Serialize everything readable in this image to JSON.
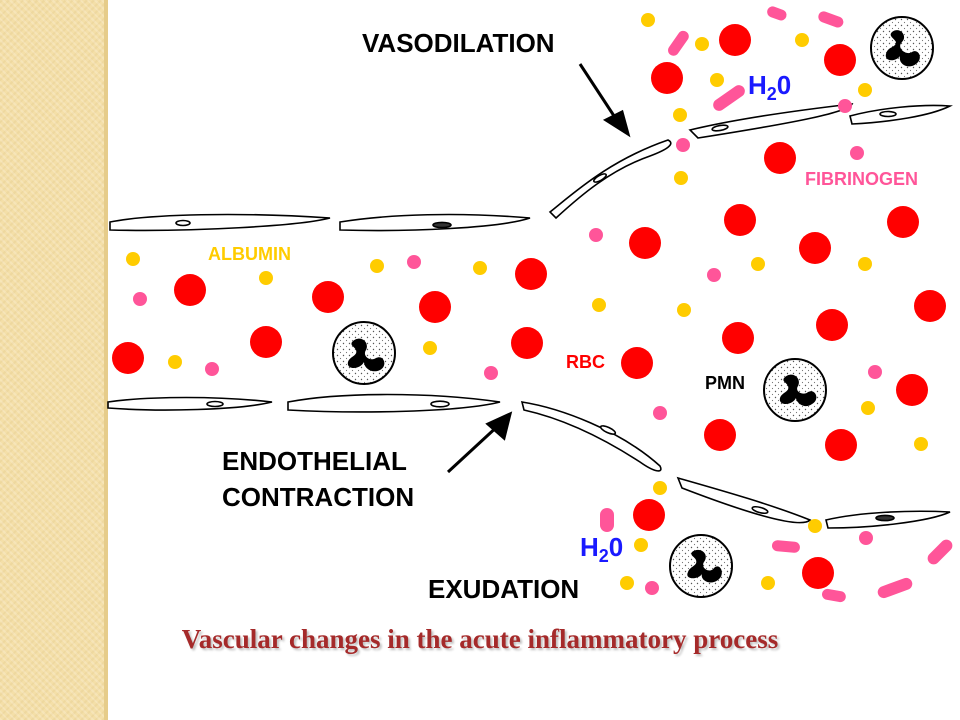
{
  "labels": {
    "vasodilation": "VASODILATION",
    "h2o_top_main": "H",
    "h2o_top_sub": "2",
    "h2o_top_tail": "0",
    "fibrinogen": "FIBRINOGEN",
    "albumin": "ALBUMIN",
    "rbc": "RBC",
    "pmn": "PMN",
    "endothelial_line1": "ENDOTHELIAL",
    "endothelial_line2": "CONTRACTION",
    "h2o_bottom_main": "H",
    "h2o_bottom_sub": "2",
    "h2o_bottom_tail": "0",
    "exudation": "EXUDATION"
  },
  "caption": "Vascular changes in the acute inflammatory process",
  "colors": {
    "rbc": "#ff0000",
    "albumin": "#ffcc00",
    "fibrinogen": "#ff5599",
    "water": "#1a1aff",
    "caption": "#a52a2a",
    "band": "#f4dfa8"
  }
}
